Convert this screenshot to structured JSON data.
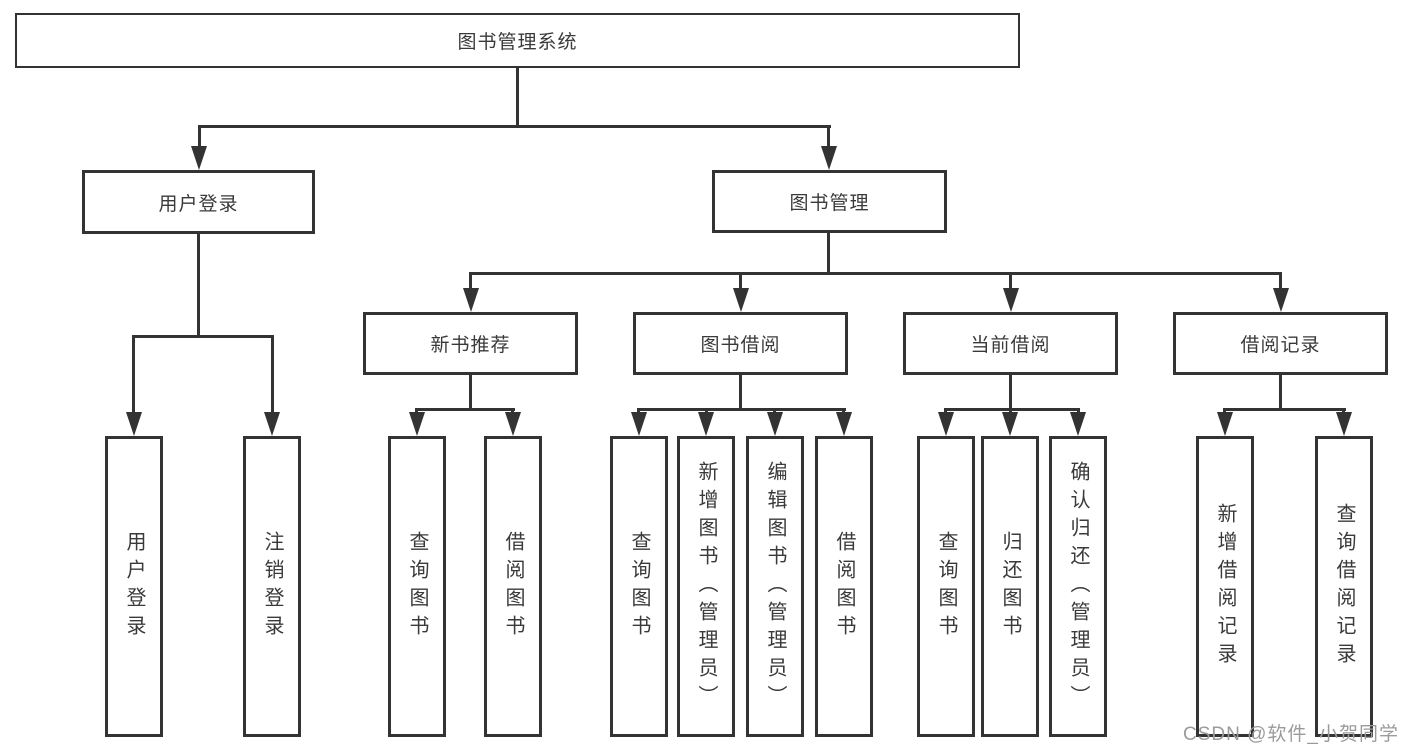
{
  "diagram": {
    "root": {
      "label": "图书管理系统"
    },
    "level1": [
      {
        "label": "用户登录"
      },
      {
        "label": "图书管理"
      }
    ],
    "level2": [
      {
        "label": "新书推荐"
      },
      {
        "label": "图书借阅"
      },
      {
        "label": "当前借阅"
      },
      {
        "label": "借阅记录"
      }
    ],
    "leaves": {
      "user_login": [
        "用户登录",
        "注销登录"
      ],
      "new_book_recommend": [
        "查询图书",
        "借阅图书"
      ],
      "book_borrowing": [
        "查询图书",
        "新增图书（管理员）",
        "编辑图书（管理员）",
        "借阅图书"
      ],
      "current_borrowing": [
        "查询图书",
        "归还图书",
        "确认归还（管理员）"
      ],
      "borrowing_records": [
        "新增借阅记录",
        "查询借阅记录"
      ]
    }
  },
  "colors": {
    "line": "#333333",
    "text": "#3a3a3a",
    "watermark_text": "#9b9b9b",
    "background": "#ffffff"
  },
  "watermark": {
    "text": "CSDN @软件_小贺同学"
  }
}
